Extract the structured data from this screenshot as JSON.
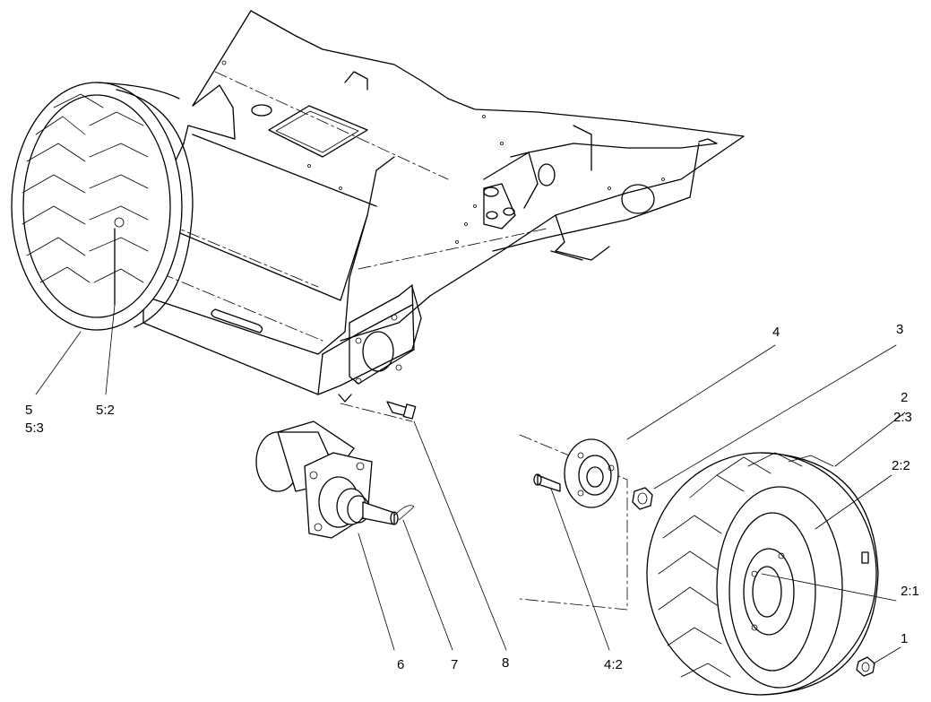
{
  "diagram": {
    "callouts": {
      "c1": "1",
      "c2": "2",
      "c2_3": "2:3",
      "c2_2": "2:2",
      "c2_1": "2:1",
      "c3": "3",
      "c4": "4",
      "c4_2": "4:2",
      "c5": "5",
      "c5_3": "5:3",
      "c5_2": "5:2",
      "c6": "6",
      "c7": "7",
      "c8": "8"
    }
  }
}
